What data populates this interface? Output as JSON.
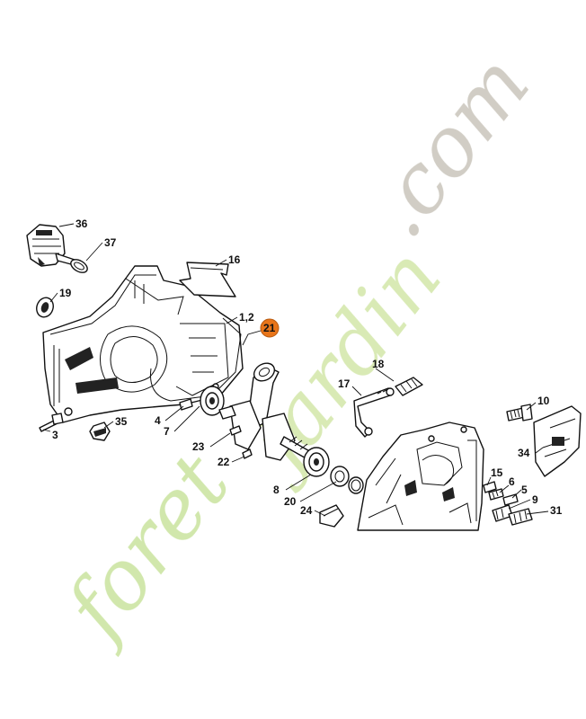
{
  "part_labels": {
    "p36": "36",
    "p37": "37",
    "p16": "16",
    "p19": "19",
    "p1_2": "1,2",
    "p21": "21",
    "p18": "18",
    "p17": "17",
    "p10": "10",
    "p4": "4",
    "p7": "7",
    "p35": "35",
    "p3": "3",
    "p23": "23",
    "p22": "22",
    "p34": "34",
    "p8": "8",
    "p20": "20",
    "p15": "15",
    "p6": "6",
    "p5": "5",
    "p24": "24",
    "p9": "9",
    "p31": "31"
  },
  "highlighted_part": "21",
  "watermark": {
    "text_green": "foret",
    "text_mixed": "jardin",
    "text_grey": ".com"
  },
  "colors": {
    "highlight": "#e8751a",
    "watermark_green": "#cfe6a8",
    "watermark_grey": "#cfcbc2",
    "line": "#111111"
  }
}
